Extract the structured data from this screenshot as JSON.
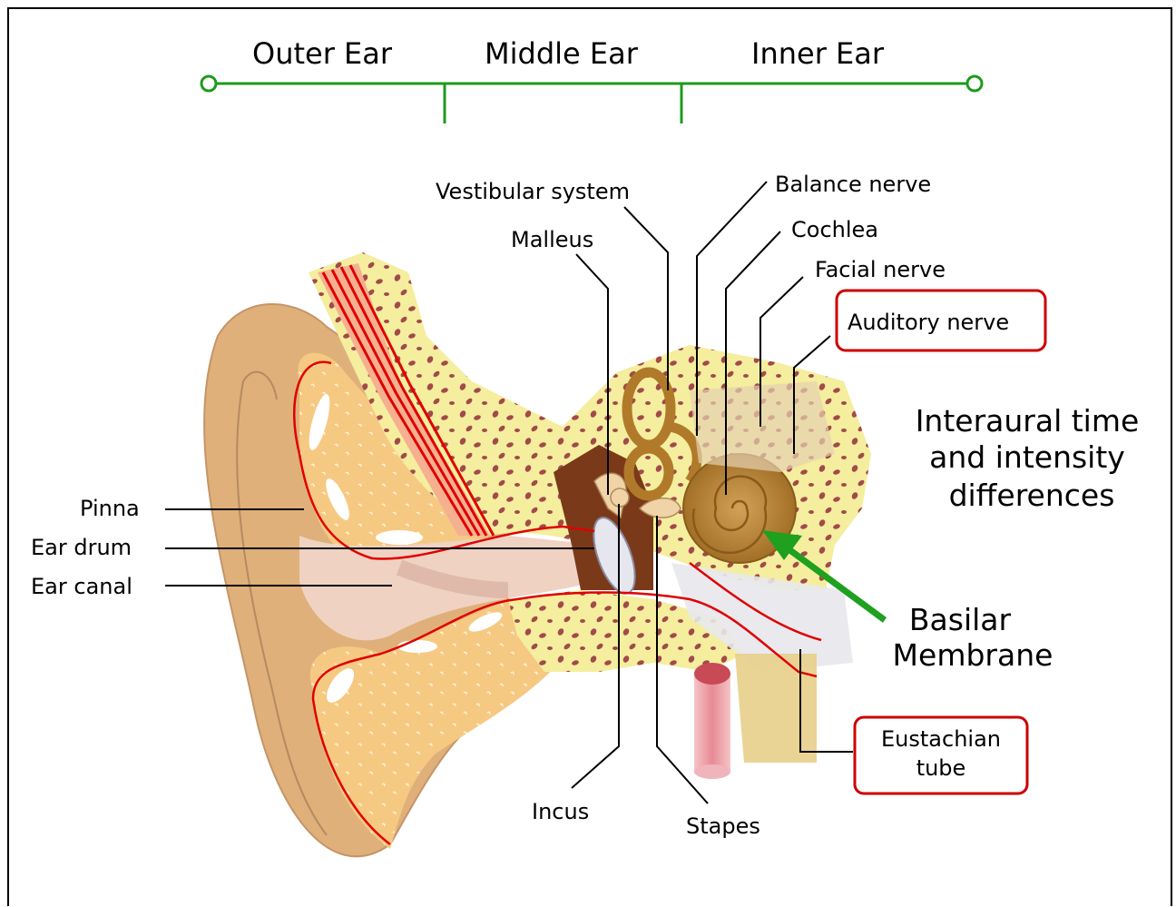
{
  "sections": {
    "outer": "Outer Ear",
    "middle": "Middle Ear",
    "inner": "Inner Ear"
  },
  "labels": {
    "pinna": "Pinna",
    "ear_drum": "Ear drum",
    "ear_canal": "Ear canal",
    "malleus": "Malleus",
    "vestibular_system": "Vestibular system",
    "balance_nerve": "Balance nerve",
    "cochlea": "Cochlea",
    "facial_nerve": "Facial nerve",
    "auditory_nerve": "Auditory nerve",
    "incus": "Incus",
    "stapes": "Stapes",
    "eustachian_tube_line1": "Eustachian",
    "eustachian_tube_line2": "tube"
  },
  "annotations": {
    "interaural_line1": "Interaural time",
    "interaural_line2": "and intensity",
    "interaural_line3": "differences",
    "basilar_line1": "Basilar",
    "basilar_line2": "Membrane"
  },
  "colors": {
    "section_bar": "#1e9a1e",
    "highlight_box": "#cc0000",
    "arrow": "#1fa01f",
    "bone_yellow": "#f6f0a0",
    "skin": "#f2c98a",
    "bone_spots": "#a04848",
    "cochlea_brown": "#b07a2a"
  }
}
